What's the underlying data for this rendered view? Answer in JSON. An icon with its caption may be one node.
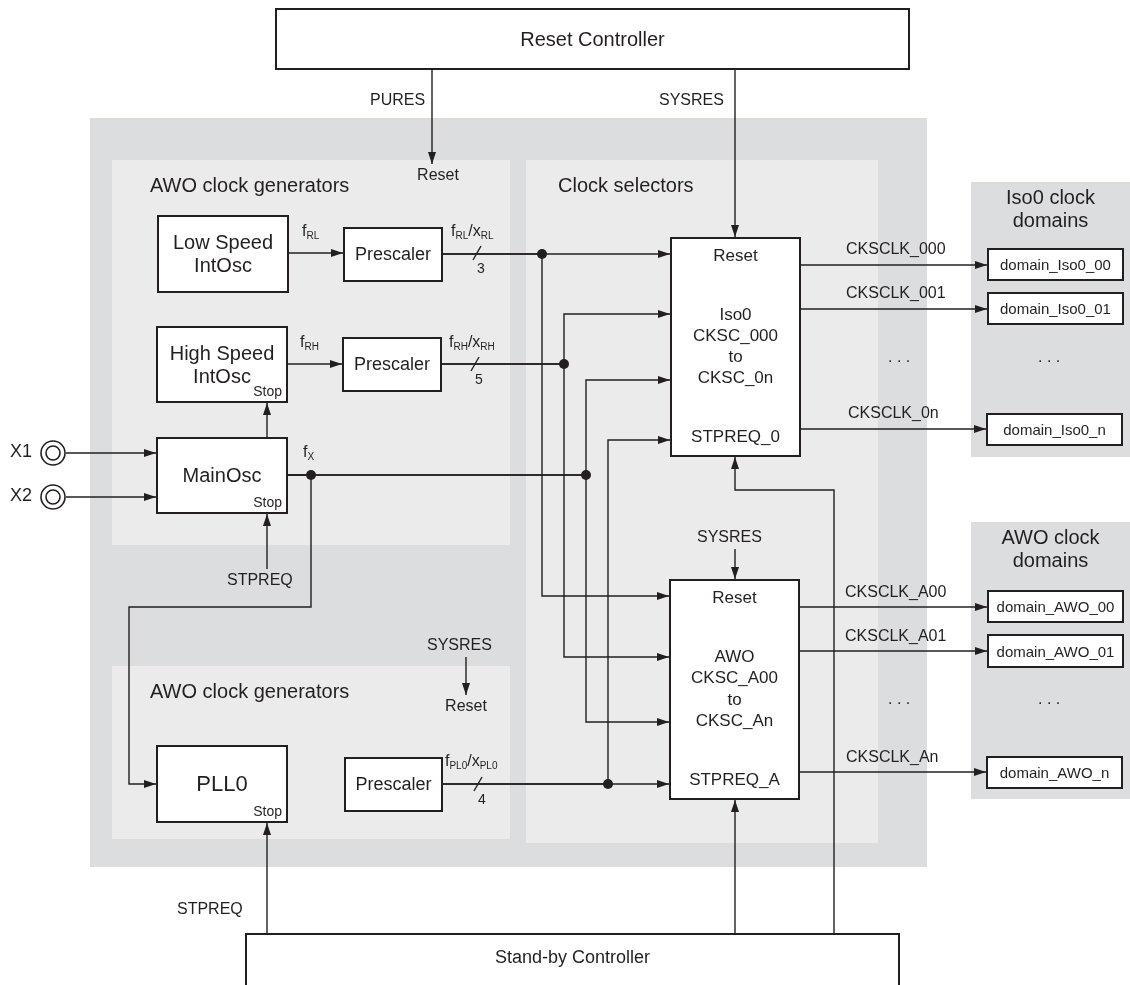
{
  "diagram": {
    "nodes": [
      {
        "text": [
          "Reset Controller"
        ]
      },
      {
        "text": [],
        "shape": "box"
      },
      {
        "text": [
          "AWO clock generators"
        ],
        "in": 1
      },
      {
        "text": [
          "Reset"
        ],
        "in": 2
      },
      {
        "text": [
          "Low Speed IntOsc"
        ],
        "in": 2
      },
      {
        "text": [
          "Prescaler"
        ],
        "in": 2
      },
      {
        "text": [
          "High Speed IntOsc",
          "Stop"
        ],
        "in": 2
      },
      {
        "text": [
          "Prescaler"
        ],
        "in": 2
      },
      {
        "text": [
          "MainOsc",
          "Stop"
        ],
        "in": 2
      },
      {
        "text": [],
        "shape": "circle",
        "beside": [
          "X1"
        ]
      },
      {
        "text": [],
        "shape": "circle",
        "beside": [
          "X2"
        ]
      },
      {
        "text": [
          "AWO clock generators"
        ],
        "in": 1
      },
      {
        "text": [
          "Reset"
        ],
        "in": 11
      },
      {
        "text": [
          "PLL0",
          "Stop"
        ],
        "in": 11
      },
      {
        "text": [
          "Prescaler"
        ],
        "in": 11
      },
      {
        "text": [
          "Clock selectors"
        ],
        "in": 1
      },
      {
        "text": [
          "Reset",
          "Iso0 CKSC_000 to CKSC_0n",
          "STPREQ_0"
        ],
        "in": 15
      },
      {
        "text": [
          "Reset",
          "AWO CKSC_A00 to CKSC_An",
          "STPREQ_A"
        ],
        "in": 15
      },
      {
        "text": [
          "Iso0 clock domains"
        ]
      },
      {
        "text": [
          "domain_Iso0_00"
        ],
        "in": 18
      },
      {
        "text": [
          "domain_Iso0_01"
        ],
        "in": 18
      },
      {
        "text": [
          "domain_Iso0_n"
        ],
        "in": 18
      },
      {
        "text": [
          "AWO clock domains"
        ]
      },
      {
        "text": [
          "domain_AWO_00"
        ],
        "in": 22
      },
      {
        "text": [
          "domain_AWO_01"
        ],
        "in": 22
      },
      {
        "text": [
          "domain_AWO_n"
        ],
        "in": 22
      },
      {
        "text": [
          "Stand-by Controller"
        ]
      }
    ],
    "edges": [
      {
        "from": 0,
        "to": 3,
        "arrow": "to",
        "label": "PURES"
      },
      {
        "from": 0,
        "to": 16,
        "arrow": "to",
        "label": "SYSRES"
      },
      {
        "from": 4,
        "to": 5,
        "arrow": "to",
        "label": "f$_{RL}$"
      },
      {
        "from": 6,
        "to": 7,
        "arrow": "to",
        "label": "f$_{RH}$"
      },
      {
        "from": 8,
        "to": 6,
        "arrow": "to"
      },
      {
        "from": 9,
        "to": 8,
        "arrow": "to"
      },
      {
        "from": 10,
        "to": 8,
        "arrow": "to"
      },
      {
        "from": null,
        "to": 8,
        "arrow": "to",
        "label": "STPREQ"
      },
      {
        "from": 8,
        "to": 13,
        "arrow": "to"
      },
      {
        "from": 8,
        "to": 16,
        "arrow": "to",
        "label": "f$_{X}$"
      },
      {
        "from": 8,
        "to": 17,
        "arrow": "to"
      },
      {
        "from": 5,
        "to": 16,
        "arrow": "to",
        "label": "f$_{RL}$/x$_{RL}$"
      },
      {
        "from": 5,
        "to": 17,
        "arrow": "to"
      },
      {
        "from": 7,
        "to": 16,
        "arrow": "to",
        "label": "f$_{RH}$/x$_{RH}$"
      },
      {
        "from": 7,
        "to": 17,
        "arrow": "to"
      },
      {
        "from": 14,
        "to": 17,
        "arrow": "to",
        "label": "f$_{PL0}$/x$_{PL0}$"
      },
      {
        "from": 14,
        "to": 16,
        "arrow": "to"
      },
      {
        "from": null,
        "to": 17,
        "arrow": "to",
        "label": "SYSRES"
      },
      {
        "from": null,
        "to": 12,
        "arrow": "to",
        "label": "SYSRES"
      },
      {
        "from": 26,
        "to": 13,
        "arrow": "to",
        "label": "STPREQ"
      },
      {
        "from": 26,
        "to": 17,
        "arrow": "to"
      },
      {
        "from": 26,
        "to": 16,
        "arrow": "to"
      },
      {
        "from": 16,
        "to": 19,
        "arrow": "to",
        "label": "CKSCLK_000"
      },
      {
        "from": 16,
        "to": 20,
        "arrow": "to",
        "label": "CKSCLK_001"
      },
      {
        "from": 16,
        "to": 21,
        "arrow": "to",
        "label": "CKSCLK_0n"
      },
      {
        "from": 17,
        "to": 23,
        "arrow": "to",
        "label": "CKSCLK_A00"
      },
      {
        "from": 17,
        "to": 24,
        "arrow": "to",
        "label": "CKSCLK_A01"
      },
      {
        "from": 17,
        "to": 25,
        "arrow": "to",
        "label": "CKSCLK_An"
      }
    ],
    "labels": [
      "3",
      "5",
      ". . .",
      ". . .",
      ". . .",
      ". . .",
      "4"
    ]
  }
}
